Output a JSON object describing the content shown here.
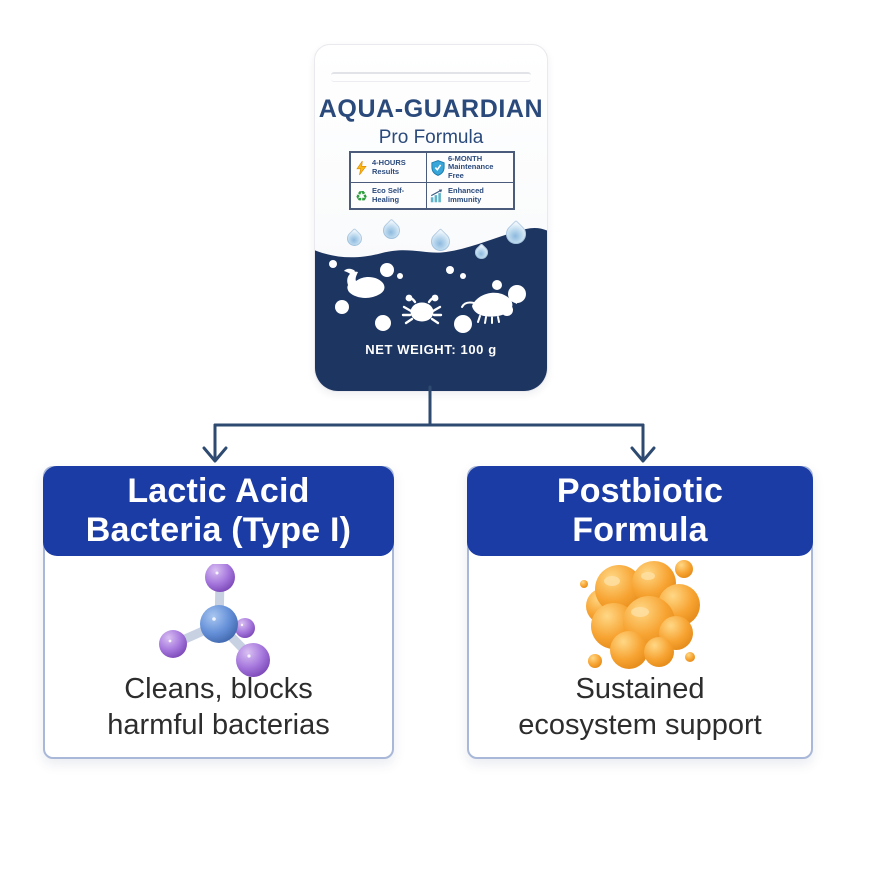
{
  "pouch": {
    "brand": "AQUA-GUARDIAN",
    "subtitle": "Pro Formula",
    "net_weight": "NET WEIGHT: 100 g",
    "features": [
      {
        "icon": "lightning-icon",
        "line1": "4-HOURS",
        "line2": "Results",
        "line3": ""
      },
      {
        "icon": "shield-check-icon",
        "line1": "6-MONTH",
        "line2": "Maintenance",
        "line3": "Free"
      },
      {
        "icon": "recycle-icon",
        "line1": "Eco Self-",
        "line2": "Healing",
        "line3": ""
      },
      {
        "icon": "growth-chart-icon",
        "line1": "Enhanced",
        "line2": "Immunity",
        "line3": ""
      }
    ],
    "ocean_icons": [
      "fish-icon",
      "crab-icon",
      "shrimp-icon"
    ]
  },
  "cards": [
    {
      "title_line1": "Lactic Acid",
      "title_line2": "Bacteria (Type I)",
      "illustration": "molecule-3d",
      "caption_line1": "Cleans, blocks",
      "caption_line2": "harmful bacterias"
    },
    {
      "title_line1": "Postbiotic",
      "title_line2": "Formula",
      "illustration": "postbiotic-cluster-3d",
      "caption_line1": "Sustained",
      "caption_line2": "ecosystem support"
    }
  ],
  "colors": {
    "card_header_blue": "#1c3ca5",
    "card_border": "#a9b8d8",
    "pouch_navy": "#1d3561",
    "brand_navy": "#2b4a7c",
    "feature_navy": "#2b4a7c",
    "connector": "#2e4a70",
    "caption_text": "#2d2d2d",
    "molecule_purple": "#9a67d4",
    "molecule_blue": "#5c88d4",
    "postbiotic_orange": "#f7a433"
  }
}
